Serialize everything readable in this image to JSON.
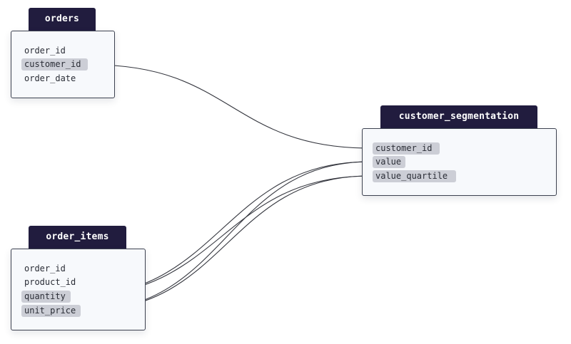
{
  "tables": {
    "orders": {
      "title": "orders",
      "fields": [
        "order_id",
        "customer_id",
        "order_date"
      ]
    },
    "order_items": {
      "title": "order_items",
      "fields": [
        "order_id",
        "product_id",
        "quantity",
        "unit_price"
      ]
    },
    "customer_segmentation": {
      "title": "customer_segmentation",
      "fields": [
        "customer_id",
        "value",
        "value_quartile"
      ]
    }
  },
  "edges": [
    {
      "from": "orders.customer_id",
      "to": "customer_segmentation.customer_id"
    },
    {
      "from": "order_items.quantity",
      "to": "customer_segmentation.value"
    },
    {
      "from": "order_items.quantity",
      "to": "customer_segmentation.value_quartile"
    },
    {
      "from": "order_items.unit_price",
      "to": "customer_segmentation.value"
    },
    {
      "from": "order_items.unit_price",
      "to": "customer_segmentation.value_quartile"
    }
  ],
  "colors": {
    "header_bg": "#211c3e",
    "header_text": "#ffffff",
    "box_bg": "#f7f9fc",
    "box_border": "#3d4250",
    "field_highlight": "#ccced6",
    "edge": "#33353d"
  }
}
